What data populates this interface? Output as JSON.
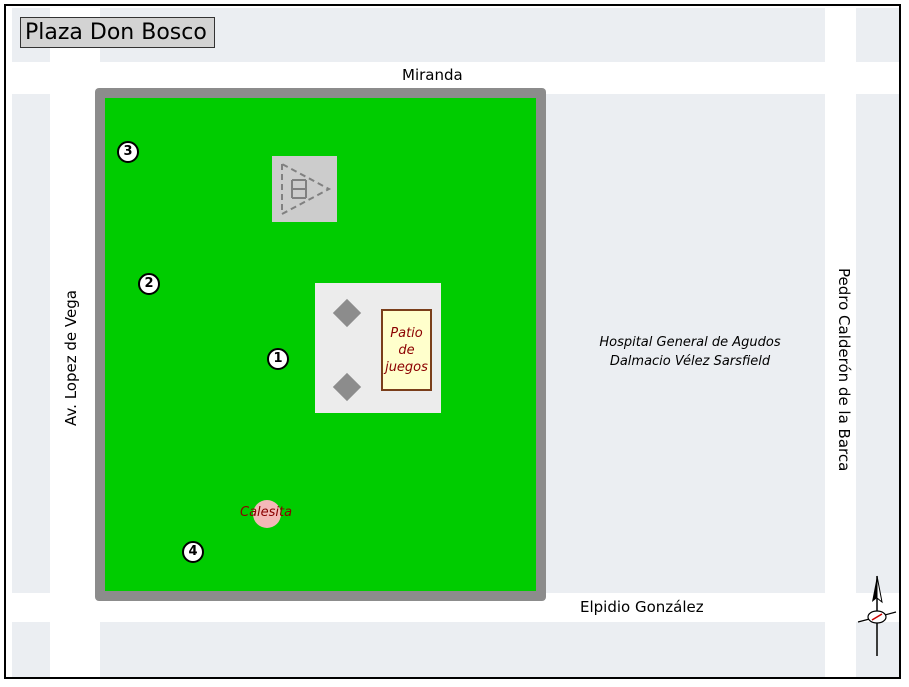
{
  "title": "Plaza Don Bosco",
  "streets": {
    "north": "Miranda",
    "south": "Elpidio González",
    "west": "Av. Lopez de Vega",
    "east": "Pedro Calderón de la Barca"
  },
  "labels": {
    "playground": [
      "Patio",
      "de",
      "juegos"
    ],
    "carousel": "Calesita",
    "hospital_line1": "Hospital General de Agudos",
    "hospital_line2": "Dalmacio Vélez Sarsfield"
  },
  "markers": [
    "1",
    "2",
    "3",
    "4"
  ],
  "colors": {
    "grass": "#00cc00",
    "plaza_border": "#8c8c8c",
    "block": "#ebeef2",
    "playground_fill": "#ffffcc",
    "label_text": "#8b0000",
    "carousel": "#f4b8b8"
  },
  "icons": {
    "helipad": "helipad-icon",
    "compass": "north-arrow-icon"
  }
}
